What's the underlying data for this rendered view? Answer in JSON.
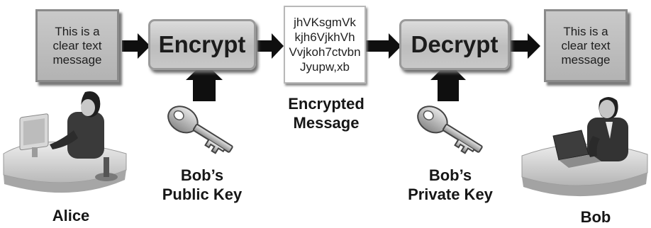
{
  "plaintext_left": "This is a\nclear text\nmessage",
  "encrypt_label": "Encrypt",
  "ciphertext": "jhVKsgmVk\nkjh6VjkhVh\nVvjkoh7ctvbn\nJyupw,xb",
  "decrypt_label": "Decrypt",
  "plaintext_right": "This is a\nclear text\nmessage",
  "encrypted_message_label": "Encrypted\nMessage",
  "public_key_label": "Bob’s\nPublic Key",
  "private_key_label": "Bob’s\nPrivate Key",
  "sender_name": "Alice",
  "receiver_name": "Bob"
}
